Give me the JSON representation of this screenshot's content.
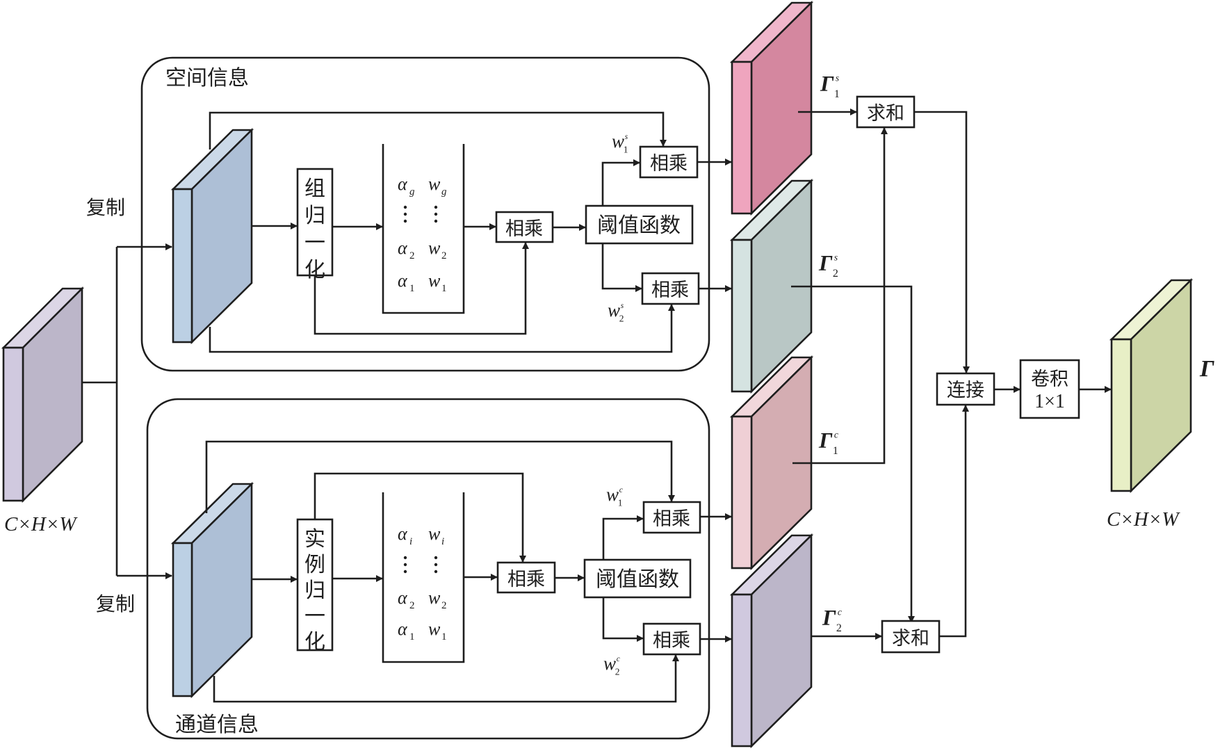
{
  "groups": {
    "spatial": {
      "label": "空间信息"
    },
    "channel": {
      "label": "通道信息"
    }
  },
  "labels": {
    "copy_top": "复制",
    "copy_bottom": "复制",
    "input_dims": "C×H×W",
    "output_dims": "C×H×W",
    "output_symbol": "Γ"
  },
  "spatial_branch": {
    "norm": [
      "组",
      "归",
      "一",
      "化"
    ],
    "weights": [
      {
        "a": "α",
        "a_sub": "g",
        "w": "w",
        "w_sub": "g"
      },
      {
        "a": "⋮",
        "a_sub": "",
        "w": "⋮",
        "w_sub": ""
      },
      {
        "a": "α",
        "a_sub": "2",
        "w": "w",
        "w_sub": "2"
      },
      {
        "a": "α",
        "a_sub": "1",
        "w": "w",
        "w_sub": "1"
      }
    ],
    "multiply": "相乘",
    "threshold": "阈值函数",
    "multiply_top": "相乘",
    "multiply_bottom": "相乘",
    "w1": {
      "base": "w",
      "sub": "1",
      "sup": "s"
    },
    "w2": {
      "base": "w",
      "sub": "2",
      "sup": "s"
    }
  },
  "channel_branch": {
    "norm": [
      "实",
      "例",
      "归",
      "一",
      "化"
    ],
    "weights": [
      {
        "a": "α",
        "a_sub": "i",
        "w": "w",
        "w_sub": "i"
      },
      {
        "a": "⋮",
        "a_sub": "",
        "w": "⋮",
        "w_sub": ""
      },
      {
        "a": "α",
        "a_sub": "2",
        "w": "w",
        "w_sub": "2"
      },
      {
        "a": "α",
        "a_sub": "1",
        "w": "w",
        "w_sub": "1"
      }
    ],
    "multiply": "相乘",
    "threshold": "阈值函数",
    "multiply_top": "相乘",
    "multiply_bottom": "相乘",
    "w1": {
      "base": "w",
      "sub": "1",
      "sup": "c"
    },
    "w2": {
      "base": "w",
      "sub": "2",
      "sup": "c"
    }
  },
  "features": {
    "gamma1s": {
      "base": "Γ",
      "sub": "1",
      "sup": "s"
    },
    "gamma2s": {
      "base": "Γ",
      "sub": "2",
      "sup": "s"
    },
    "gamma1c": {
      "base": "Γ",
      "sub": "1",
      "sup": "c"
    },
    "gamma2c": {
      "base": "Γ",
      "sub": "2",
      "sup": "c"
    }
  },
  "fusion": {
    "sum_top": "求和",
    "sum_bottom": "求和",
    "concat": "连接",
    "conv_line1": "卷积",
    "conv_line2": "1×1"
  },
  "colors": {
    "input_front": "#d0c9df",
    "input_side": "#bcb6c9",
    "input_top": "#dcd6e6",
    "blue_front": "#bcd0e4",
    "blue_side": "#adbfd6",
    "blue_top": "#cbd9e8",
    "pink_front": "#efa5be",
    "pink_side": "#d4879f",
    "pink_top": "#f0b6cb",
    "teal_front": "#d5e3e1",
    "teal_side": "#b9c7c5",
    "teal_top": "#dfe9e7",
    "rose_front": "#efcfd5",
    "rose_side": "#d4adb2",
    "rose_top": "#f1d7db",
    "lav_front": "#d0c9df",
    "lav_side": "#bcb6c9",
    "lav_top": "#dcd6e6",
    "green_front": "#e8efc6",
    "green_side": "#ccd5a6",
    "green_top": "#eef3d4"
  }
}
